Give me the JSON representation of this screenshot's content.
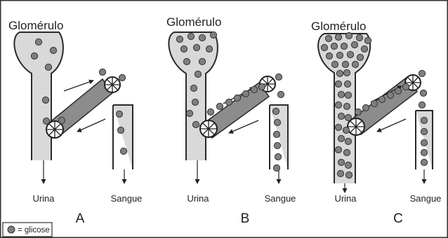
{
  "panels": [
    {
      "glomerulus_label": "Glomérulo",
      "urine_label": "Urina",
      "blood_label": "Sangue",
      "letter": "A"
    },
    {
      "glomerulus_label": "Glomérulo",
      "urine_label": "Urina",
      "blood_label": "Sangue",
      "letter": "B"
    },
    {
      "glomerulus_label": "Glomérulo",
      "urine_label": "Urina",
      "blood_label": "Sangue",
      "letter": "C"
    }
  ],
  "legend": {
    "symbol": "dot-icon",
    "text": "= glicose"
  },
  "colors": {
    "tube_fill": "#d9d9d9",
    "tube_stroke": "#2a2a2a",
    "carrier_fill": "#8c8c8c",
    "dot_fill": "#7f7f7f",
    "dot_stroke": "#333333"
  }
}
